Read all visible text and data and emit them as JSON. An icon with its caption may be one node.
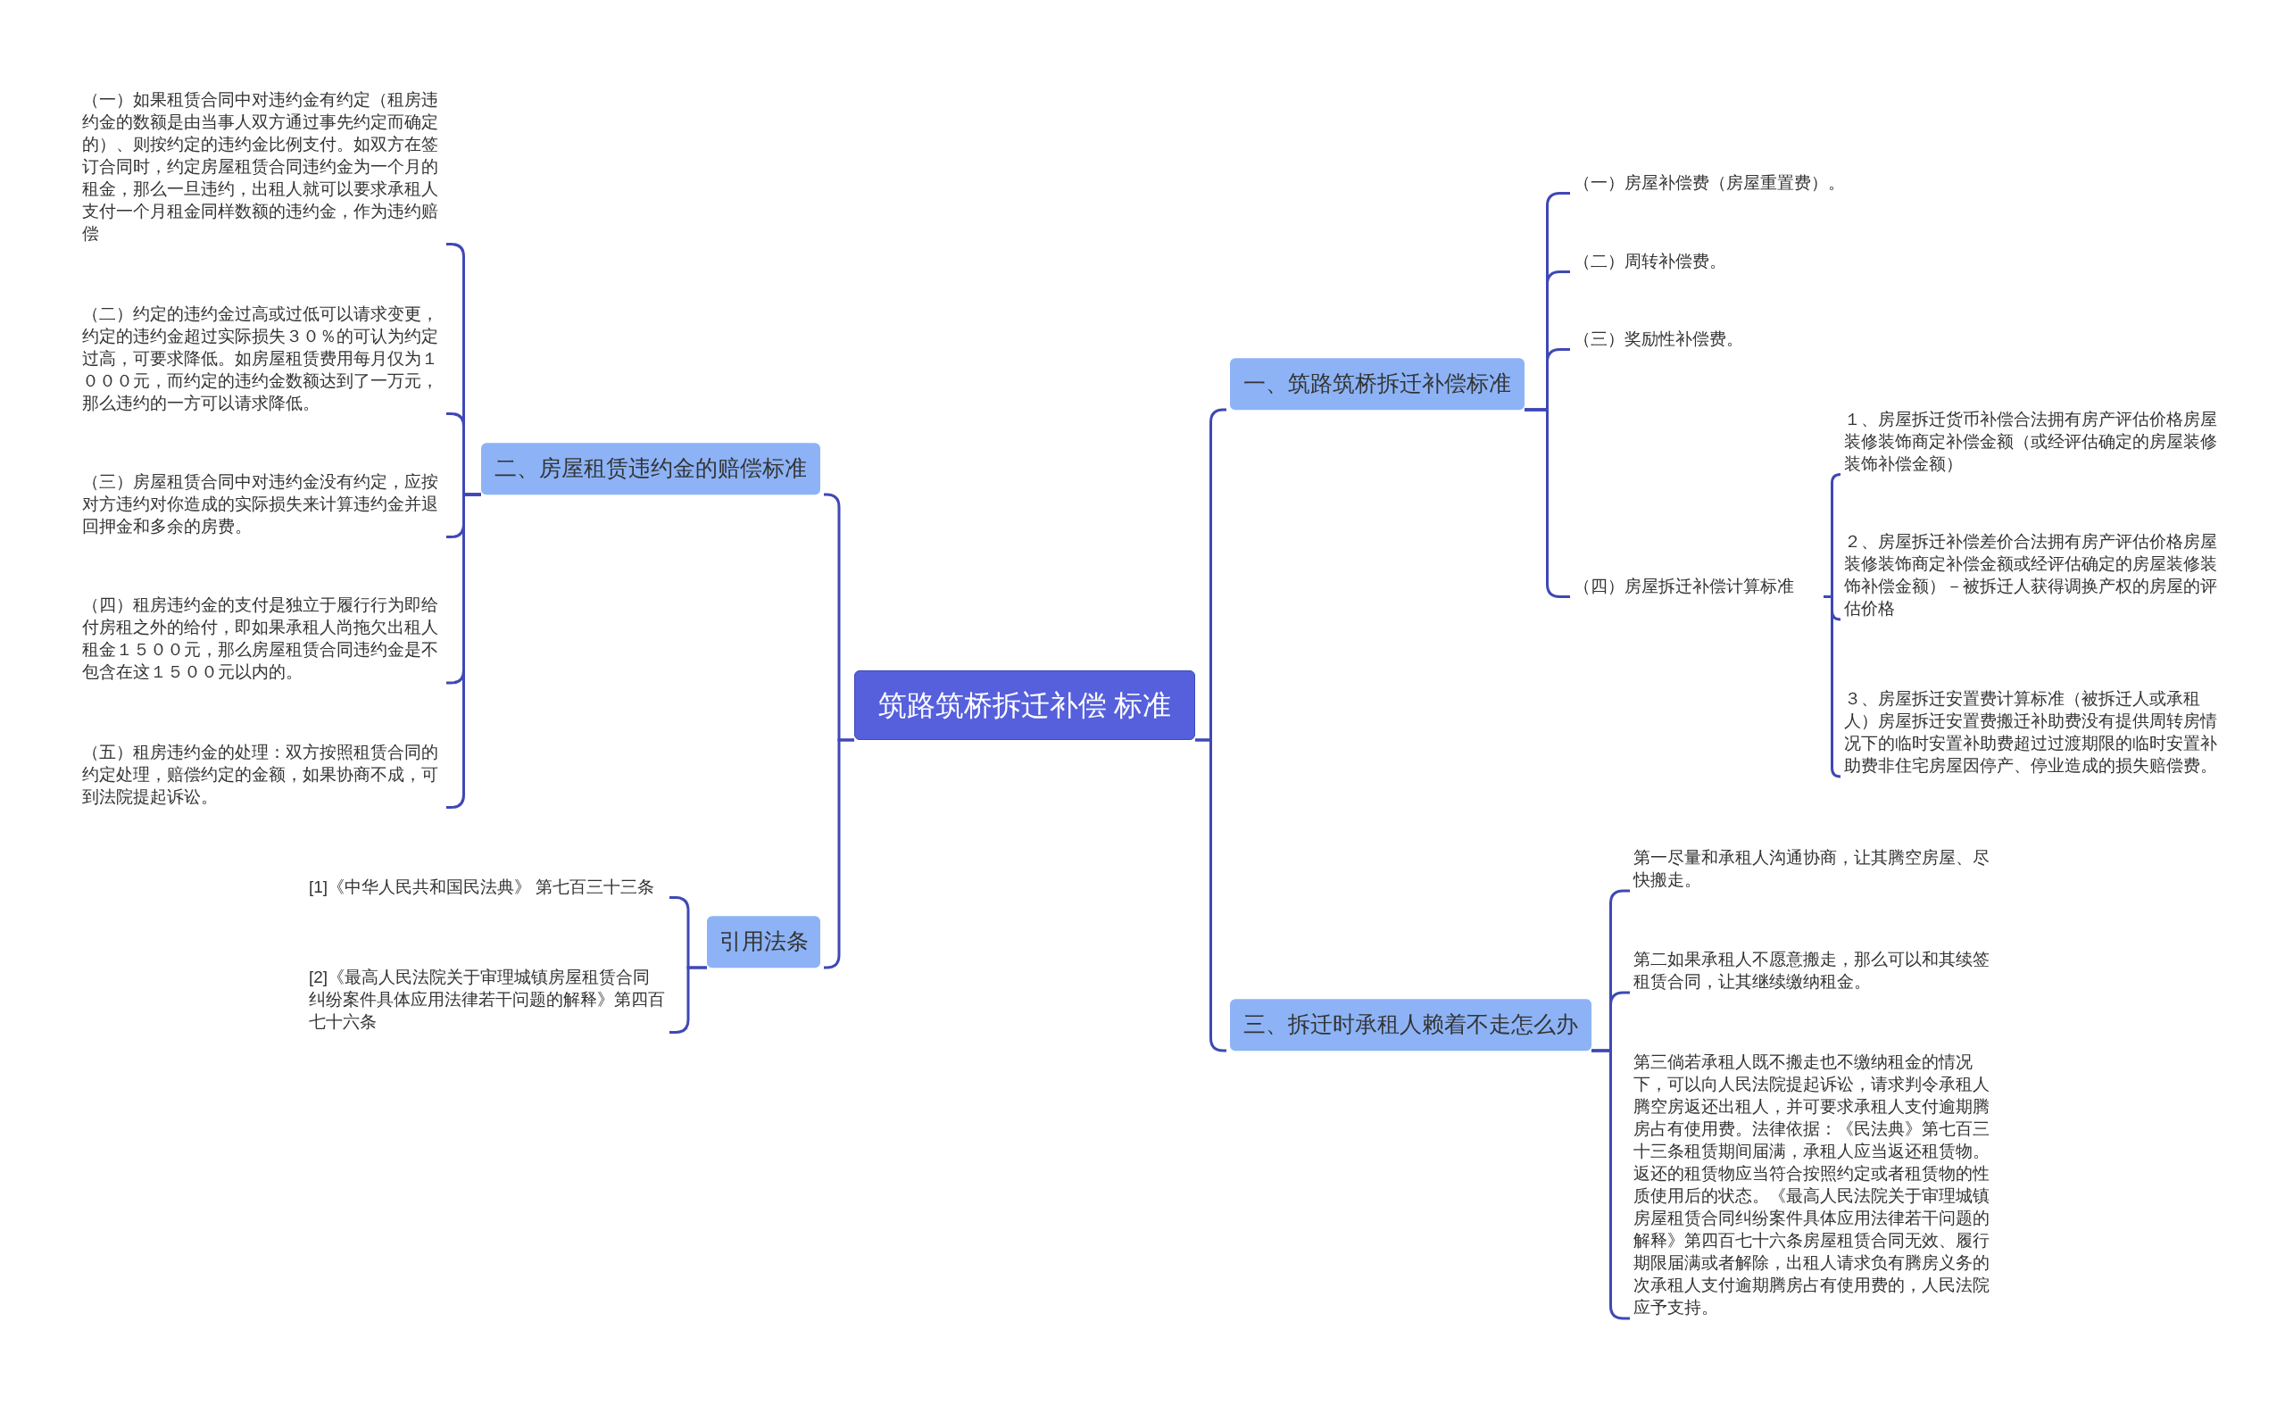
{
  "diagram": {
    "nodes": [
      {
        "text": [
          "筑路筑桥拆迁补偿 标准"
        ]
      },
      {
        "text": [
          "一、筑路筑桥拆迁补偿标准"
        ]
      },
      {
        "text": [
          "（一）房屋补偿费（房屋重置费）。"
        ]
      },
      {
        "text": [
          "（二）周转补偿费。"
        ]
      },
      {
        "text": [
          "（三）奖励性补偿费。"
        ]
      },
      {
        "text": [
          "（四）房屋拆迁补偿计算标准"
        ]
      },
      {
        "text": [
          "１、房屋拆迁货币补偿合法拥有房产评估价格房屋装修装饰商定补偿金额（或经评估确定的房屋装修装饰补偿金额）"
        ]
      },
      {
        "text": [
          "２、房屋拆迁补偿差价合法拥有房产评估价格房屋装修装饰商定补偿金额或经评估确定的房屋装修装饰补偿金额）－被拆迁人获得调换产权的房屋的评估价格"
        ]
      },
      {
        "text": [
          "３、房屋拆迁安置费计算标准（被拆迁人或承租人）房屋拆迁安置费搬迁补助费没有提供周转房情况下的临时安置补助费超过过渡期限的临时安置补助费非住宅房屋因停产、停业造成的损失赔偿费。"
        ]
      },
      {
        "text": [
          "二、房屋租赁违约金的赔偿标准"
        ]
      },
      {
        "text": [
          "（一）如果租赁合同中对违约金有约定（租房违约金的数额是由当事人双方通过事先约定而确定的）、则按约定的违约金比例支付。如双方在签订合同时，约定房屋租赁合同违约金为一个月的租金，那么一旦违约，出租人就可以要求承租人支付一个月租金同样数额的违约金，作为违约赔偿"
        ]
      },
      {
        "text": [
          "（二）约定的违约金过高或过低可以请求变更，约定的违约金超过实际损失３０％的可认为约定过高，可要求降低。如房屋租赁费用每月仅为１０００元，而约定的违约金数额达到了一万元，那么违约的一方可以请求降低。"
        ]
      },
      {
        "text": [
          "（三）房屋租赁合同中对违约金没有约定，应按对方违约对你造成的实际损失来计算违约金并退回押金和多余的房费。"
        ]
      },
      {
        "text": [
          "（四）租房违约金的支付是独立于履行行为即给付房租之外的给付，即如果承租人尚拖欠出租人租金１５００元，那么房屋租赁合同违约金是不包含在这１５００元以内的。"
        ]
      },
      {
        "text": [
          "（五）租房违约金的处理：双方按照租赁合同的约定处理，赔偿约定的金额，如果协商不成，可到法院提起诉讼。"
        ]
      },
      {
        "text": [
          "引用法条"
        ]
      },
      {
        "text": [
          "[1]《中华人民共和国民法典》 第七百三十三条"
        ]
      },
      {
        "text": [
          "[2]《最高人民法院关于审理城镇房屋租赁合同纠纷案件具体应用法律若干问题的解释》第四百七十六条"
        ]
      },
      {
        "text": [
          "三、拆迁时承租人赖着不走怎么办"
        ]
      },
      {
        "text": [
          "第一尽量和承租人沟通协商，让其腾空房屋、尽快搬走。"
        ]
      },
      {
        "text": [
          "第二如果承租人不愿意搬走，那么可以和其续签租赁合同，让其继续缴纳租金。"
        ]
      },
      {
        "text": [
          "第三倘若承租人既不搬走也不缴纳租金的情况下，可以向人民法院提起诉讼，请求判令承租人腾空房返还出租人，并可要求承租人支付逾期腾房占有使用费。法律依据：《民法典》第七百三十三条租赁期间届满，承租人应当返还租赁物。返还的租赁物应当符合按照约定或者租赁物的性质使用后的状态。《最高人民法院关于审理城镇房屋租赁合同纠纷案件具体应用法律若干问题的解释》第四百七十六条房屋租赁合同无效、履行期限届满或者解除，出租人请求负有腾房义务的次承租人支付逾期腾房占有使用费的，人民法院应予支持。"
        ]
      }
    ],
    "edges": [
      {
        "from": 0,
        "to": 1,
        "arrow": "none"
      },
      {
        "from": 1,
        "to": 2,
        "arrow": "none"
      },
      {
        "from": 1,
        "to": 3,
        "arrow": "none"
      },
      {
        "from": 1,
        "to": 4,
        "arrow": "none"
      },
      {
        "from": 1,
        "to": 5,
        "arrow": "none"
      },
      {
        "from": 5,
        "to": 6,
        "arrow": "none"
      },
      {
        "from": 5,
        "to": 7,
        "arrow": "none"
      },
      {
        "from": 5,
        "to": 8,
        "arrow": "none"
      },
      {
        "from": 0,
        "to": 9,
        "arrow": "none"
      },
      {
        "from": 9,
        "to": 10,
        "arrow": "none"
      },
      {
        "from": 9,
        "to": 11,
        "arrow": "none"
      },
      {
        "from": 9,
        "to": 12,
        "arrow": "none"
      },
      {
        "from": 9,
        "to": 13,
        "arrow": "none"
      },
      {
        "from": 9,
        "to": 14,
        "arrow": "none"
      },
      {
        "from": 0,
        "to": 15,
        "arrow": "none"
      },
      {
        "from": 15,
        "to": 16,
        "arrow": "none"
      },
      {
        "from": 15,
        "to": 17,
        "arrow": "none"
      },
      {
        "from": 0,
        "to": 18,
        "arrow": "none"
      },
      {
        "from": 18,
        "to": 19,
        "arrow": "none"
      },
      {
        "from": 18,
        "to": 20,
        "arrow": "none"
      },
      {
        "from": 18,
        "to": 21,
        "arrow": "none"
      }
    ]
  }
}
